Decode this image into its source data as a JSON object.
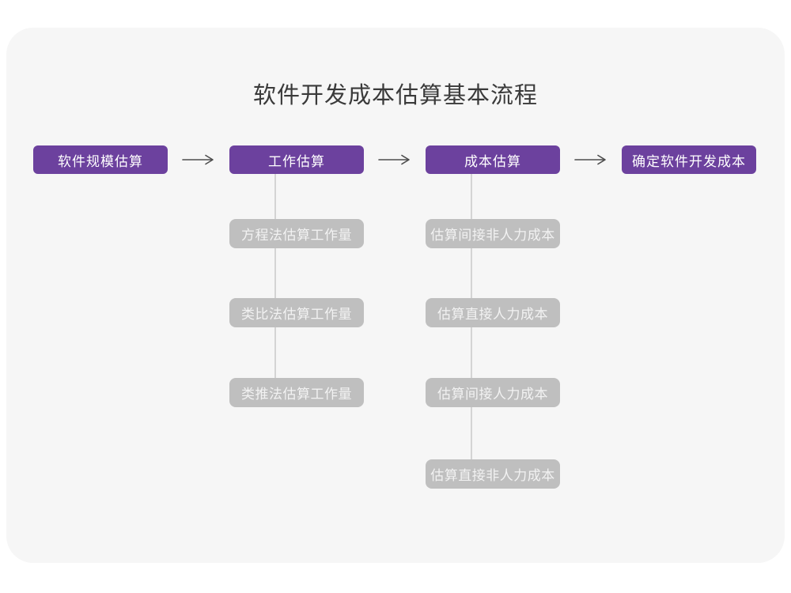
{
  "title": "软件开发成本估算基本流程",
  "flow": {
    "main_steps": [
      {
        "label": "软件规模估算"
      },
      {
        "label": "工作估算"
      },
      {
        "label": "成本估算"
      },
      {
        "label": "确定软件开发成本"
      }
    ],
    "work_substeps": [
      "方程法估算工作量",
      "类比法估算工作量",
      "类推法估算工作量"
    ],
    "cost_substeps": [
      "估算间接非人力成本",
      "估算直接人力成本",
      "估算间接人力成本",
      "估算直接非人力成本"
    ]
  },
  "colors": {
    "accent_purple": "#6C419E",
    "substep_gray": "#BFBFBF",
    "card_background": "#F6F6F6",
    "arrow": "#4D4D4D",
    "connector": "#D4D4D4"
  }
}
